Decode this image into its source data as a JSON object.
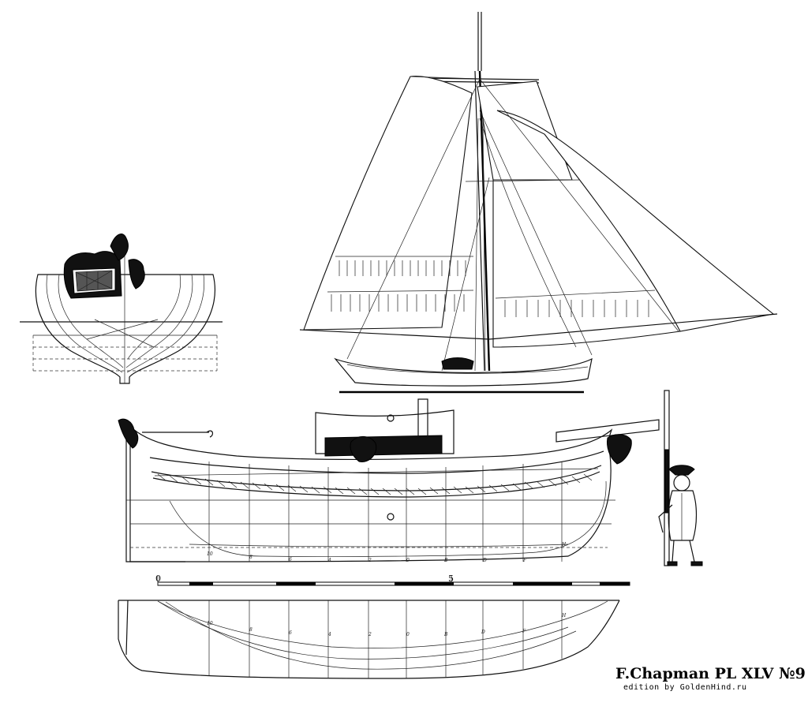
{
  "plate": {
    "title": "F.Chapman PL  XLV  №9",
    "credit": "edition by GoldenHind.ru"
  },
  "scale_bar": {
    "labels": [
      "0",
      "5"
    ]
  },
  "station_marks": [
    "10",
    "8",
    "6",
    "4",
    "2",
    "0",
    "B",
    "D",
    "F",
    "H"
  ]
}
